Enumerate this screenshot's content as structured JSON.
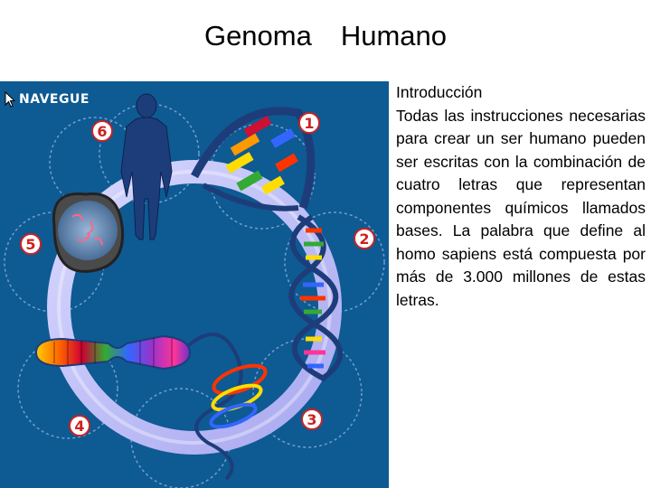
{
  "page": {
    "title_word1": "Genoma",
    "title_word2": "Humano"
  },
  "figure": {
    "navigate_label": "NAVEGUE",
    "steps": [
      "1",
      "2",
      "3",
      "4",
      "5",
      "6"
    ],
    "background_color": "#0e5a92",
    "ring_color": "#c9c9ff"
  },
  "text": {
    "heading": "Introducción",
    "body": "Todas las instrucciones necesarias para crear un ser humano pueden ser escritas con la combinación de cuatro letras que representan componentes químicos llamados bases. La palabra que define al homo sapiens está compuesta por más de 3.000 millones de estas letras."
  }
}
